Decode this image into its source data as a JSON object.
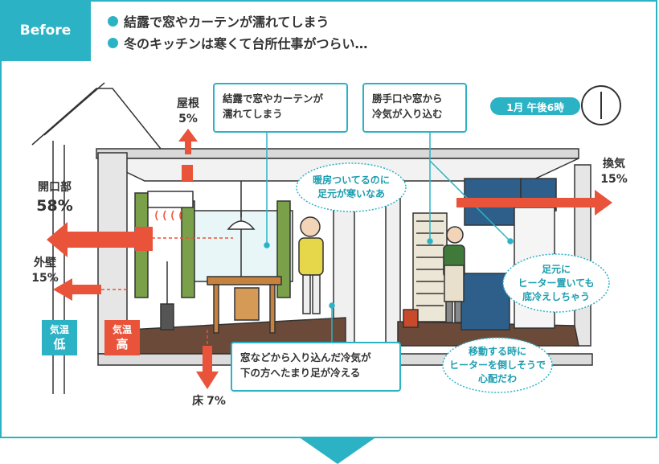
{
  "header": {
    "badge": "Before",
    "points": [
      "結露で窓やカーテンが濡れてしまう",
      "冬のキッチンは寒くて台所仕事がつらい…"
    ]
  },
  "callouts": {
    "condensation": [
      "結露で窓やカーテンが",
      "濡れてしまう"
    ],
    "backdoor": [
      "勝手口や窓から",
      "冷気が入り込む"
    ],
    "coldair": [
      "窓などから入り込んだ冷気が",
      "下の方へたまり足が冷える"
    ]
  },
  "clouds": {
    "heating": [
      "暖房ついてるのに",
      "足元が寒いなあ"
    ],
    "heater": [
      "足元に",
      "ヒーター置いても",
      "底冷えしちゃう"
    ],
    "moving": [
      "移動する時に",
      "ヒーターを倒しそうで",
      "心配だわ"
    ]
  },
  "heat_loss": {
    "roof": {
      "label": "屋根",
      "value": "5%"
    },
    "opening": {
      "label": "開口部",
      "value": "58%"
    },
    "wall": {
      "label": "外壁",
      "value": "15%"
    },
    "floor": {
      "label": "床",
      "value": "7%"
    },
    "vent": {
      "label": "換気",
      "value": "15%"
    }
  },
  "temperature": {
    "low": {
      "label": "気温",
      "value": "低"
    },
    "high": {
      "label": "気温",
      "value": "高"
    }
  },
  "time": "1月 午後6時",
  "colors": {
    "accent": "#2bb3c5",
    "arrow": "#e8533a",
    "cold_bubble": "#1a9db0",
    "high_temp": "#e8533a",
    "low_temp": "#2bb3c5"
  }
}
